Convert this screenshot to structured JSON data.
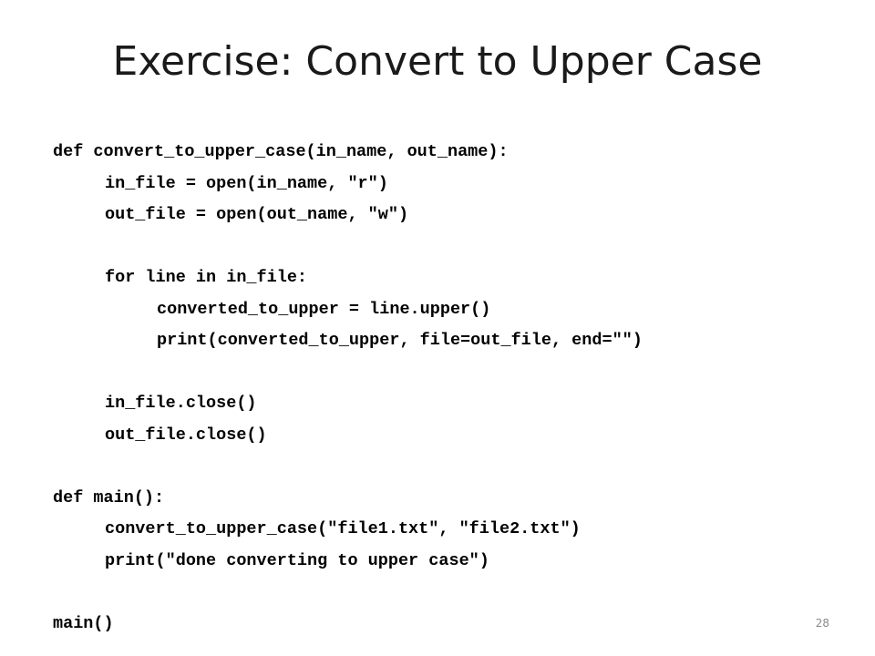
{
  "slide": {
    "title": "Exercise: Convert to Upper Case",
    "page_number": "28",
    "code_lines": [
      "def convert_to_upper_case(in_name, out_name):",
      "in_file = open(in_name, \"r\")",
      "out_file = open(out_name, \"w\")",
      "",
      "for line in in_file:",
      "converted_to_upper = line.upper()",
      "print(converted_to_upper, file=out_file, end=\"\")",
      "",
      "in_file.close()",
      "out_file.close()",
      "",
      "def main():",
      "convert_to_upper_case(\"file1.txt\", \"file2.txt\")",
      "print(\"done converting to upper case\")",
      "",
      "main()"
    ]
  }
}
